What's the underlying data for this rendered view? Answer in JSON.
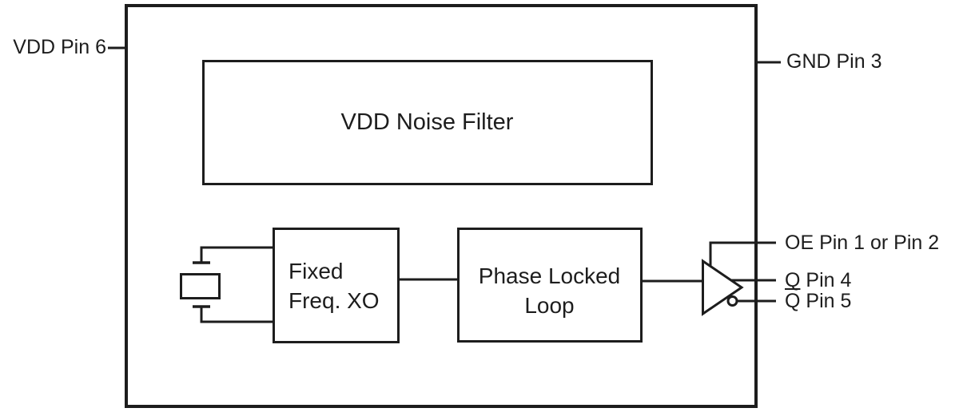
{
  "pins": {
    "vdd": "VDD Pin 6",
    "gnd": "GND Pin 3",
    "oe": "OE Pin 1 or Pin 2",
    "q": "Q Pin 4",
    "q_bar_symbol": "Q",
    "q_bar_rest": " Pin 5"
  },
  "blocks": {
    "noise_filter": "VDD Noise Filter",
    "xo_line1": "Fixed",
    "xo_line2": "Freq. XO",
    "pll_line1": "Phase Locked",
    "pll_line2": "Loop"
  },
  "colors": {
    "line": "#1d1d1d",
    "background": "#ffffff"
  }
}
